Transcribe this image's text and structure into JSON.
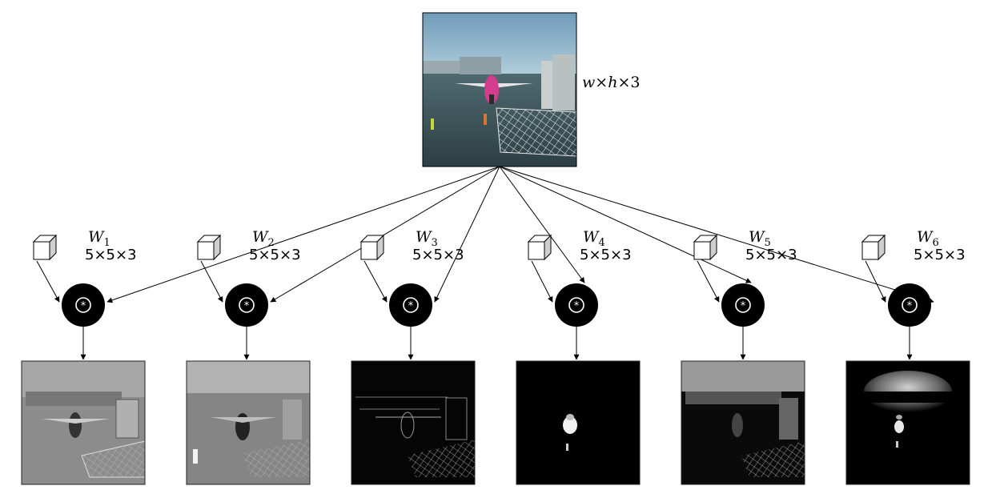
{
  "input": {
    "dims": {
      "w": "w",
      "h": "h",
      "c": "3",
      "sep": "×"
    }
  },
  "operator_symbol": "*",
  "filters": [
    {
      "w": "W",
      "sub": "1",
      "dims": "5×5×3"
    },
    {
      "w": "W",
      "sub": "2",
      "dims": "5×5×3"
    },
    {
      "w": "W",
      "sub": "3",
      "dims": "5×5×3"
    },
    {
      "w": "W",
      "sub": "4",
      "dims": "5×5×3"
    },
    {
      "w": "W",
      "sub": "5",
      "dims": "5×5×3"
    },
    {
      "w": "W",
      "sub": "6",
      "dims": "5×5×3"
    }
  ],
  "feature_maps": [
    {
      "style": "emboss-gray"
    },
    {
      "style": "blur-gray"
    },
    {
      "style": "edges-dark"
    },
    {
      "style": "blob-dark"
    },
    {
      "style": "dark-scene"
    },
    {
      "style": "sky-dark"
    }
  ]
}
